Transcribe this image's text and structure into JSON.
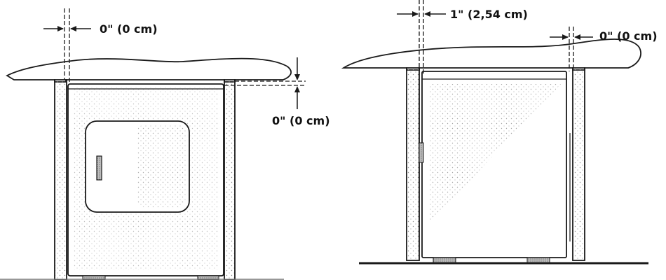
{
  "diagram": {
    "front_view": {
      "side_clearance_label": "0\" (0 cm)",
      "top_clearance_label": "0\" (0 cm)"
    },
    "side_view": {
      "rear_clearance_label": "1\" (2,54 cm)",
      "front_clearance_label": "0\" (0 cm)"
    },
    "colors": {
      "line": "#1a1a1a",
      "stipple": "#8a8a8a",
      "foot": "#9a9a9a"
    }
  }
}
